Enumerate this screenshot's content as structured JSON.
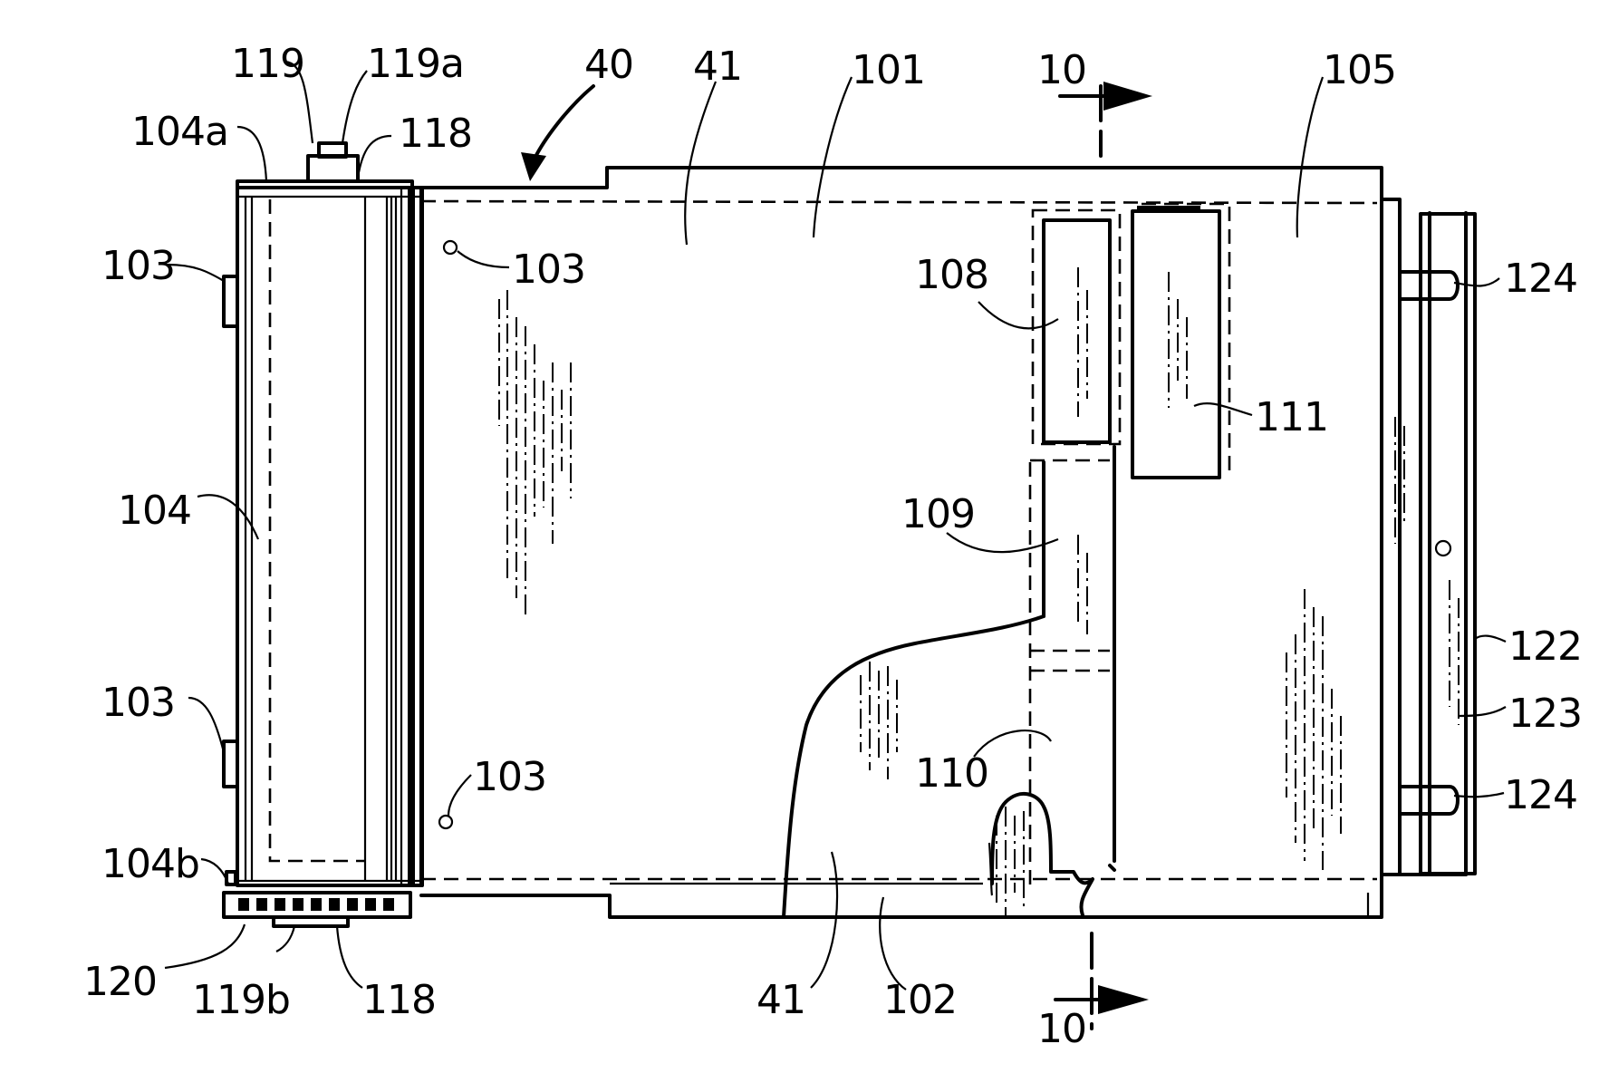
{
  "figure": {
    "labels": {
      "l119": "119",
      "l119a": "119a",
      "l104a": "104a",
      "l118_top": "118",
      "l40": "40",
      "l41_top": "41",
      "l101": "101",
      "l10_top": "10",
      "l105": "105",
      "l103_a": "103",
      "l103_b": "103",
      "l103_c": "103",
      "l103_d": "103",
      "l124_top": "124",
      "l108": "108",
      "l111": "111",
      "l104": "104",
      "l109": "109",
      "l122": "122",
      "l123": "123",
      "l110": "110",
      "l124_bottom": "124",
      "l104b": "104b",
      "l120": "120",
      "l119b": "119b",
      "l118_bottom": "118",
      "l41_bottom": "41",
      "l102": "102",
      "l10_bottom": "10"
    }
  }
}
